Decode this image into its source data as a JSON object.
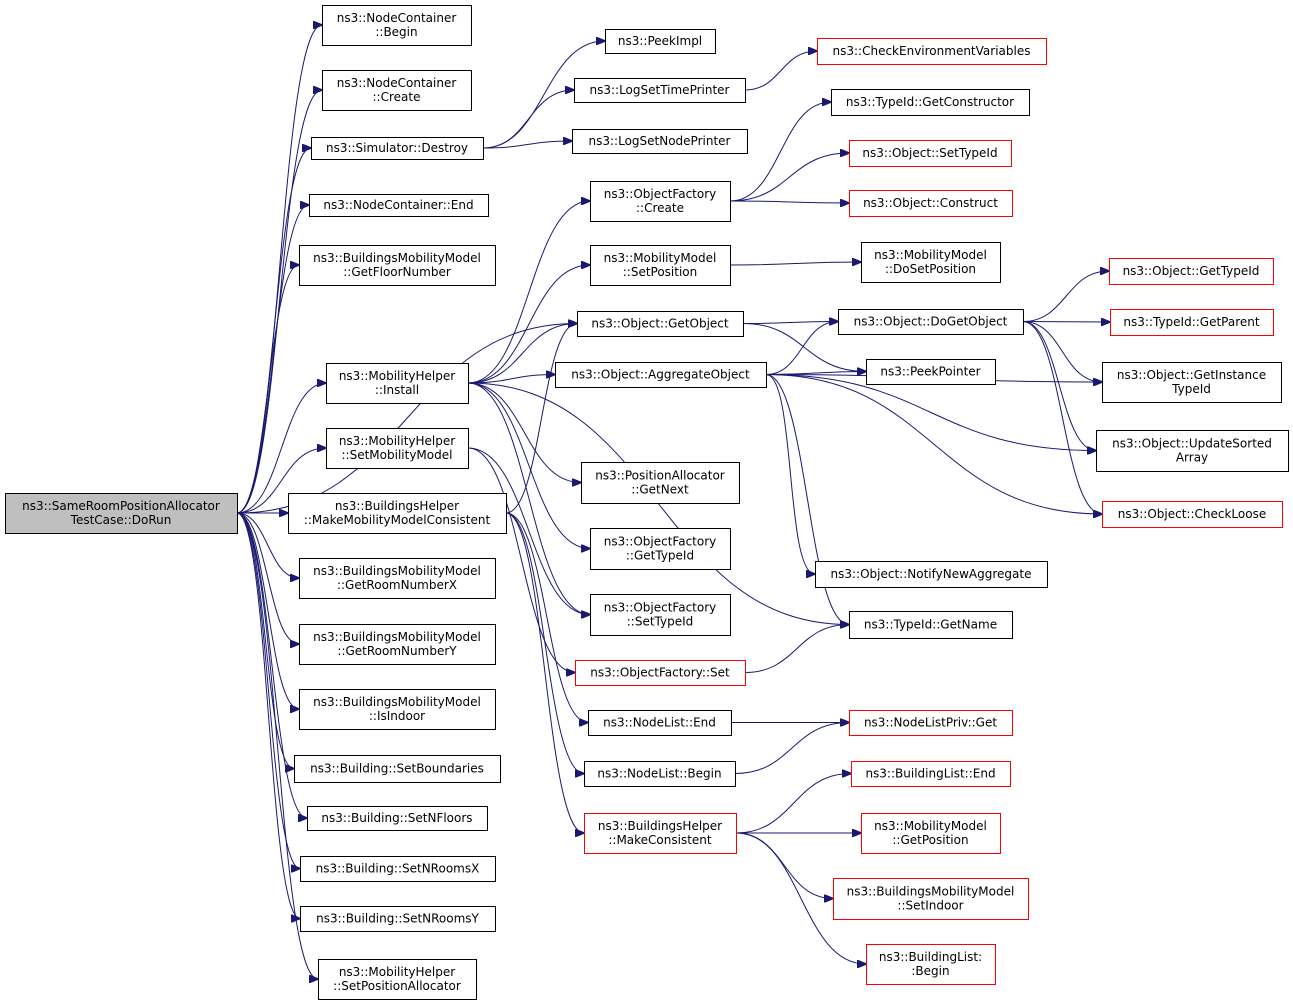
{
  "graph": {
    "colors": {
      "edge": "#191970",
      "node_border": "#000000",
      "node_border_external": "#ff0000",
      "root_fill": "#bfbfbf"
    },
    "nodes": [
      {
        "id": "root",
        "lines": [
          "ns3::SameRoomPositionAllocator",
          "TestCase::DoRun"
        ],
        "style": "root"
      },
      {
        "id": "nc_begin",
        "lines": [
          "ns3::NodeContainer",
          "::Begin"
        ],
        "style": "normal"
      },
      {
        "id": "nc_create",
        "lines": [
          "ns3::NodeContainer",
          "::Create"
        ],
        "style": "normal"
      },
      {
        "id": "sim_destroy",
        "lines": [
          "ns3::Simulator::Destroy"
        ],
        "style": "normal"
      },
      {
        "id": "nc_end",
        "lines": [
          "ns3::NodeContainer::End"
        ],
        "style": "normal"
      },
      {
        "id": "bmm_floor",
        "lines": [
          "ns3::BuildingsMobilityModel",
          "::GetFloorNumber"
        ],
        "style": "normal"
      },
      {
        "id": "mh_install",
        "lines": [
          "ns3::MobilityHelper",
          "::Install"
        ],
        "style": "normal"
      },
      {
        "id": "mh_setmm",
        "lines": [
          "ns3::MobilityHelper",
          "::SetMobilityModel"
        ],
        "style": "normal"
      },
      {
        "id": "bh_mmmc",
        "lines": [
          "ns3::BuildingsHelper",
          "::MakeMobilityModelConsistent"
        ],
        "style": "normal"
      },
      {
        "id": "bmm_roomx",
        "lines": [
          "ns3::BuildingsMobilityModel",
          "::GetRoomNumberX"
        ],
        "style": "normal"
      },
      {
        "id": "bmm_roomy",
        "lines": [
          "ns3::BuildingsMobilityModel",
          "::GetRoomNumberY"
        ],
        "style": "normal"
      },
      {
        "id": "bmm_indoor",
        "lines": [
          "ns3::BuildingsMobilityModel",
          "::IsIndoor"
        ],
        "style": "normal"
      },
      {
        "id": "b_setbound",
        "lines": [
          "ns3::Building::SetBoundaries"
        ],
        "style": "normal"
      },
      {
        "id": "b_setfloors",
        "lines": [
          "ns3::Building::SetNFloors"
        ],
        "style": "normal"
      },
      {
        "id": "b_setroomsx",
        "lines": [
          "ns3::Building::SetNRoomsX"
        ],
        "style": "normal"
      },
      {
        "id": "b_setroomsy",
        "lines": [
          "ns3::Building::SetNRoomsY"
        ],
        "style": "normal"
      },
      {
        "id": "mh_setpa",
        "lines": [
          "ns3::MobilityHelper",
          "::SetPositionAllocator"
        ],
        "style": "normal"
      },
      {
        "id": "peekimpl",
        "lines": [
          "ns3::PeekImpl"
        ],
        "style": "normal"
      },
      {
        "id": "logtime",
        "lines": [
          "ns3::LogSetTimePrinter"
        ],
        "style": "normal"
      },
      {
        "id": "lognode",
        "lines": [
          "ns3::LogSetNodePrinter"
        ],
        "style": "normal"
      },
      {
        "id": "checkenv",
        "lines": [
          "ns3::CheckEnvironmentVariables"
        ],
        "style": "red"
      },
      {
        "id": "of_create",
        "lines": [
          "ns3::ObjectFactory",
          "::Create"
        ],
        "style": "normal"
      },
      {
        "id": "mm_setpos",
        "lines": [
          "ns3::MobilityModel",
          "::SetPosition"
        ],
        "style": "normal"
      },
      {
        "id": "obj_getobject",
        "lines": [
          "ns3::Object::GetObject"
        ],
        "style": "normal"
      },
      {
        "id": "obj_aggregate",
        "lines": [
          "ns3::Object::AggregateObject"
        ],
        "style": "normal"
      },
      {
        "id": "pa_getnext",
        "lines": [
          "ns3::PositionAllocator",
          "::GetNext"
        ],
        "style": "normal"
      },
      {
        "id": "of_gettypeid",
        "lines": [
          "ns3::ObjectFactory",
          "::GetTypeId"
        ],
        "style": "normal"
      },
      {
        "id": "of_settypeid",
        "lines": [
          "ns3::ObjectFactory",
          "::SetTypeId"
        ],
        "style": "normal"
      },
      {
        "id": "of_set",
        "lines": [
          "ns3::ObjectFactory::Set"
        ],
        "style": "red"
      },
      {
        "id": "nl_end",
        "lines": [
          "ns3::NodeList::End"
        ],
        "style": "normal"
      },
      {
        "id": "nl_begin",
        "lines": [
          "ns3::NodeList::Begin"
        ],
        "style": "normal"
      },
      {
        "id": "bh_makecons",
        "lines": [
          "ns3::BuildingsHelper",
          "::MakeConsistent"
        ],
        "style": "red"
      },
      {
        "id": "tid_getctor",
        "lines": [
          "ns3::TypeId::GetConstructor"
        ],
        "style": "normal"
      },
      {
        "id": "obj_settypeid",
        "lines": [
          "ns3::Object::SetTypeId"
        ],
        "style": "red"
      },
      {
        "id": "obj_construct",
        "lines": [
          "ns3::Object::Construct"
        ],
        "style": "red"
      },
      {
        "id": "mm_dosetpos",
        "lines": [
          "ns3::MobilityModel",
          "::DoSetPosition"
        ],
        "style": "normal"
      },
      {
        "id": "obj_dogetobject",
        "lines": [
          "ns3::Object::DoGetObject"
        ],
        "style": "normal"
      },
      {
        "id": "peekpointer",
        "lines": [
          "ns3::PeekPointer"
        ],
        "style": "normal"
      },
      {
        "id": "obj_notify",
        "lines": [
          "ns3::Object::NotifyNewAggregate"
        ],
        "style": "normal"
      },
      {
        "id": "tid_getname",
        "lines": [
          "ns3::TypeId::GetName"
        ],
        "style": "normal"
      },
      {
        "id": "nlp_get",
        "lines": [
          "ns3::NodeListPriv::Get"
        ],
        "style": "red"
      },
      {
        "id": "bl_end",
        "lines": [
          "ns3::BuildingList::End"
        ],
        "style": "red"
      },
      {
        "id": "mm_getpos",
        "lines": [
          "ns3::MobilityModel",
          "::GetPosition"
        ],
        "style": "red"
      },
      {
        "id": "bmm_setindoor",
        "lines": [
          "ns3::BuildingsMobilityModel",
          "::SetIndoor"
        ],
        "style": "red"
      },
      {
        "id": "bl_begin",
        "lines": [
          "ns3::BuildingList:",
          ":Begin"
        ],
        "style": "red"
      },
      {
        "id": "obj_gettypeid",
        "lines": [
          "ns3::Object::GetTypeId"
        ],
        "style": "red"
      },
      {
        "id": "tid_getparent",
        "lines": [
          "ns3::TypeId::GetParent"
        ],
        "style": "red"
      },
      {
        "id": "obj_getinsttid",
        "lines": [
          "ns3::Object::GetInstance",
          "TypeId"
        ],
        "style": "normal"
      },
      {
        "id": "obj_updsorted",
        "lines": [
          "ns3::Object::UpdateSorted",
          "Array"
        ],
        "style": "normal"
      },
      {
        "id": "obj_checkloose",
        "lines": [
          "ns3::Object::CheckLoose"
        ],
        "style": "red"
      }
    ],
    "edges": [
      [
        "root",
        "nc_begin"
      ],
      [
        "root",
        "nc_create"
      ],
      [
        "root",
        "sim_destroy"
      ],
      [
        "root",
        "nc_end"
      ],
      [
        "root",
        "bmm_floor"
      ],
      [
        "root",
        "obj_getobject"
      ],
      [
        "root",
        "mh_install"
      ],
      [
        "root",
        "mh_setmm"
      ],
      [
        "root",
        "bh_mmmc"
      ],
      [
        "root",
        "bmm_roomx"
      ],
      [
        "root",
        "bmm_roomy"
      ],
      [
        "root",
        "bmm_indoor"
      ],
      [
        "root",
        "b_setbound"
      ],
      [
        "root",
        "b_setfloors"
      ],
      [
        "root",
        "b_setroomsx"
      ],
      [
        "root",
        "b_setroomsy"
      ],
      [
        "root",
        "mh_setpa"
      ],
      [
        "sim_destroy",
        "peekimpl"
      ],
      [
        "sim_destroy",
        "logtime"
      ],
      [
        "sim_destroy",
        "lognode"
      ],
      [
        "logtime",
        "checkenv"
      ],
      [
        "mh_install",
        "of_create"
      ],
      [
        "mh_install",
        "mm_setpos"
      ],
      [
        "mh_install",
        "obj_getobject"
      ],
      [
        "mh_install",
        "obj_aggregate"
      ],
      [
        "mh_install",
        "pa_getnext"
      ],
      [
        "mh_install",
        "of_gettypeid"
      ],
      [
        "mh_install",
        "of_settypeid"
      ],
      [
        "mh_install",
        "tid_getname"
      ],
      [
        "mh_setmm",
        "of_set"
      ],
      [
        "mh_setmm",
        "of_settypeid"
      ],
      [
        "bh_mmmc",
        "obj_getobject"
      ],
      [
        "bh_mmmc",
        "nl_end"
      ],
      [
        "bh_mmmc",
        "nl_begin"
      ],
      [
        "bh_mmmc",
        "bh_makecons"
      ],
      [
        "of_create",
        "tid_getctor"
      ],
      [
        "of_create",
        "obj_settypeid"
      ],
      [
        "of_create",
        "obj_construct"
      ],
      [
        "mm_setpos",
        "mm_dosetpos"
      ],
      [
        "obj_getobject",
        "obj_dogetobject"
      ],
      [
        "obj_getobject",
        "peekpointer"
      ],
      [
        "obj_aggregate",
        "obj_dogetobject"
      ],
      [
        "obj_aggregate",
        "peekpointer"
      ],
      [
        "obj_aggregate",
        "obj_getinsttid"
      ],
      [
        "obj_aggregate",
        "obj_updsorted"
      ],
      [
        "obj_aggregate",
        "obj_checkloose"
      ],
      [
        "obj_aggregate",
        "obj_notify"
      ],
      [
        "obj_aggregate",
        "tid_getname"
      ],
      [
        "obj_dogetobject",
        "obj_gettypeid"
      ],
      [
        "obj_dogetobject",
        "tid_getparent"
      ],
      [
        "obj_dogetobject",
        "obj_getinsttid"
      ],
      [
        "obj_dogetobject",
        "obj_updsorted"
      ],
      [
        "obj_dogetobject",
        "obj_checkloose"
      ],
      [
        "of_set",
        "tid_getname"
      ],
      [
        "nl_end",
        "nlp_get"
      ],
      [
        "nl_begin",
        "nlp_get"
      ],
      [
        "bh_makecons",
        "bl_end"
      ],
      [
        "bh_makecons",
        "mm_getpos"
      ],
      [
        "bh_makecons",
        "bmm_setindoor"
      ],
      [
        "bh_makecons",
        "bl_begin"
      ]
    ]
  }
}
